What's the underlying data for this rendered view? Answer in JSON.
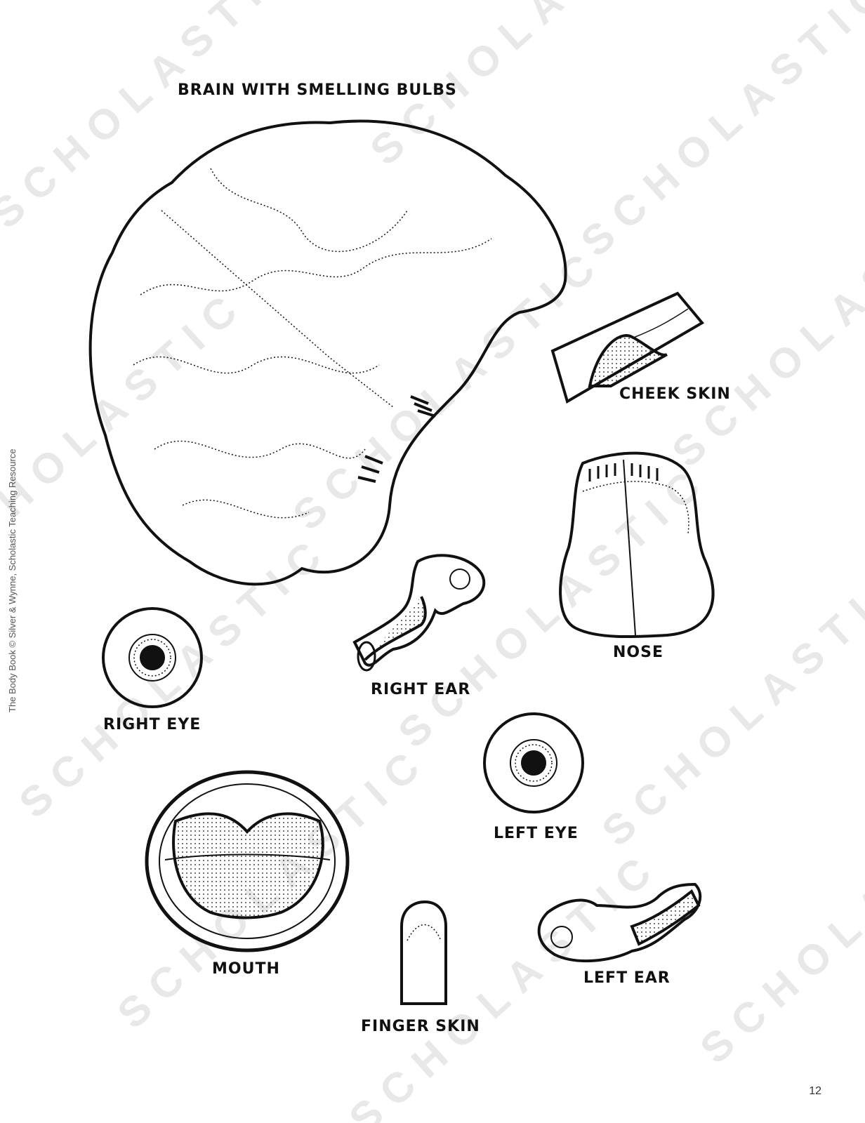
{
  "title": "BRAIN WITH SMELLING BULBS",
  "labels": {
    "cheek_skin": "CHEEK SKIN",
    "nose": "NOSE",
    "right_ear": "RIGHT EAR",
    "right_eye": "RIGHT EYE",
    "left_eye": "LEFT EYE",
    "mouth": "MOUTH",
    "finger_skin": "FINGER SKIN",
    "left_ear": "LEFT EAR"
  },
  "watermark": "SCHOLASTIC",
  "side_credit": "The Body Book © Silver & Wynne, Scholastic Teaching Resource",
  "page_number": "12"
}
